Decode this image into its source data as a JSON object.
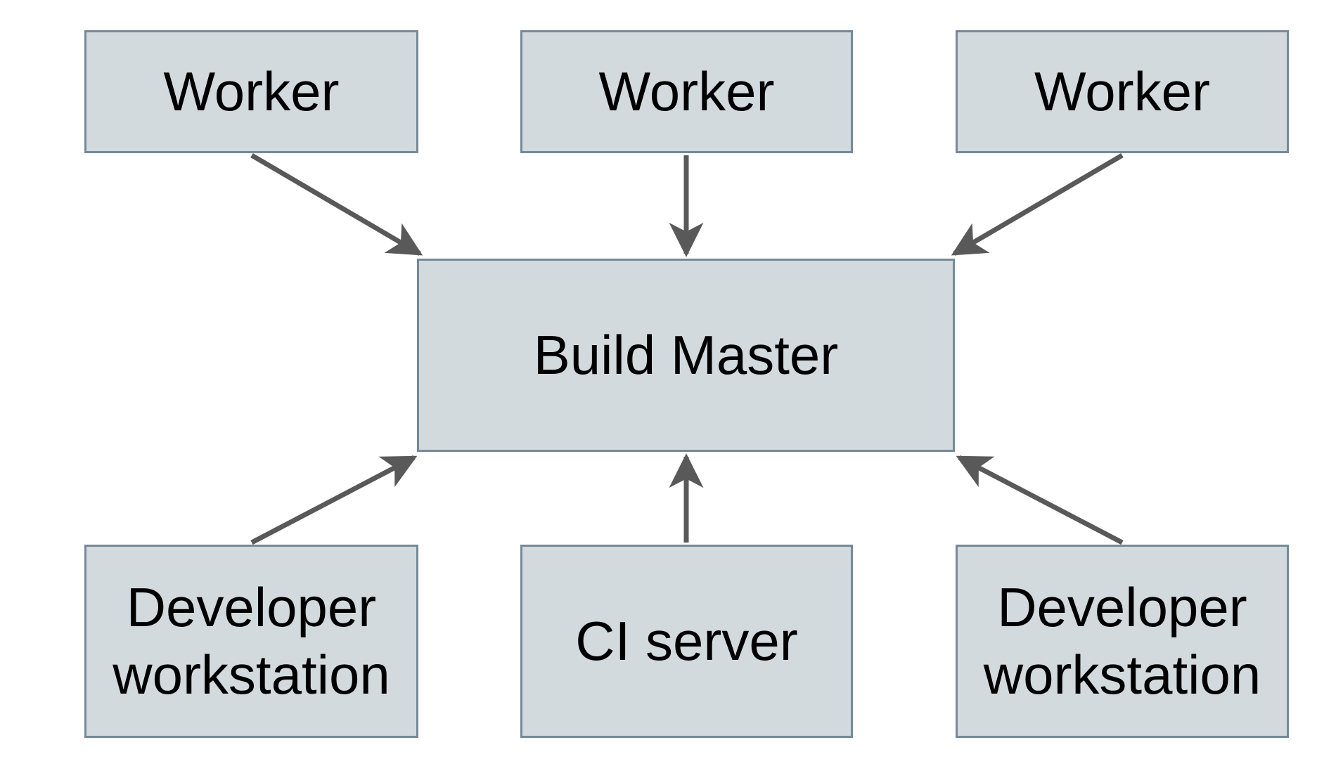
{
  "diagram": {
    "type": "architecture-diagram",
    "colors": {
      "background": "#ffffff",
      "node_fill": "#d3dadd",
      "node_border": "#75899a",
      "arrow_color": "#595959",
      "text_color": "#000000"
    },
    "nodes": [
      {
        "id": "worker-1",
        "label": "Worker"
      },
      {
        "id": "worker-2",
        "label": "Worker"
      },
      {
        "id": "worker-3",
        "label": "Worker"
      },
      {
        "id": "build-master",
        "label": "Build Master"
      },
      {
        "id": "developer-workstation-1",
        "label": "Developer workstation"
      },
      {
        "id": "ci-server",
        "label": "CI server"
      },
      {
        "id": "developer-workstation-2",
        "label": "Developer workstation"
      }
    ],
    "edges": [
      {
        "from": "worker-1",
        "to": "build-master"
      },
      {
        "from": "worker-2",
        "to": "build-master"
      },
      {
        "from": "worker-3",
        "to": "build-master"
      },
      {
        "from": "developer-workstation-1",
        "to": "build-master"
      },
      {
        "from": "ci-server",
        "to": "build-master"
      },
      {
        "from": "developer-workstation-2",
        "to": "build-master"
      }
    ]
  }
}
